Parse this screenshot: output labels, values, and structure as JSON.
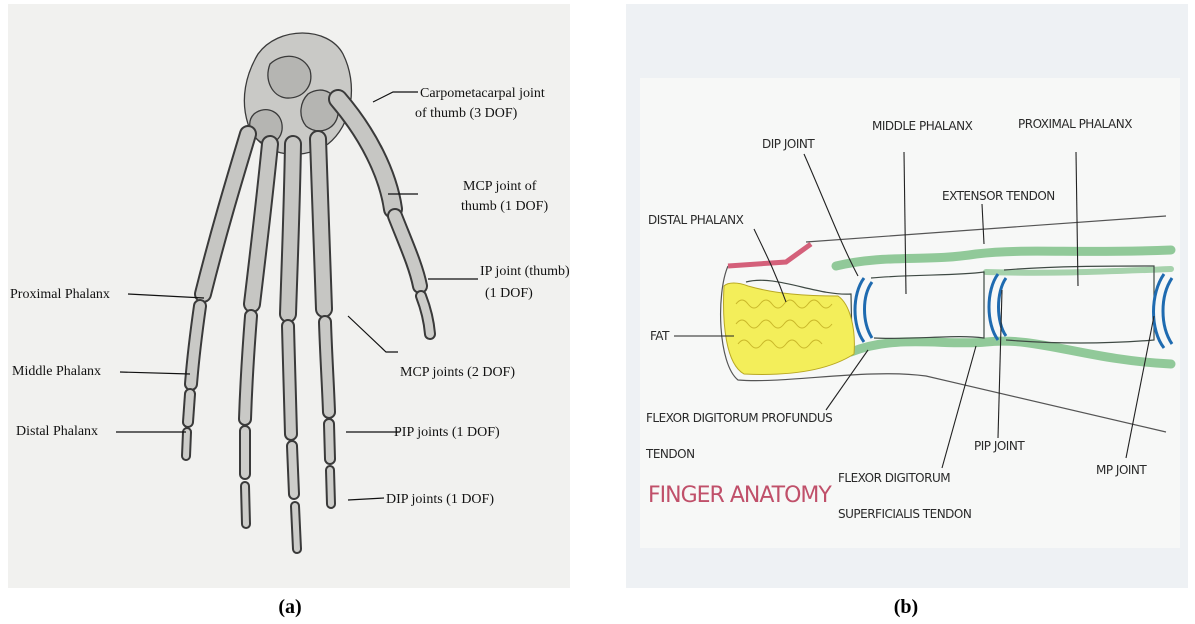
{
  "panel_a": {
    "labels": {
      "cmc_line1": "Carpometacarpal joint",
      "cmc_line2": "of thumb (3 DOF)",
      "mcp_thumb_line1": "MCP joint of",
      "mcp_thumb_line2": "thumb (1 DOF)",
      "ip_thumb_line1": "IP joint (thumb)",
      "ip_thumb_line2": "(1 DOF)",
      "proximal": "Proximal Phalanx",
      "middle": "Middle Phalanx",
      "distal": "Distal Phalanx",
      "mcp_joints": "MCP joints (2 DOF)",
      "pip_joints": "PIP joints (1 DOF)",
      "dip_joints": "DIP joints (1 DOF)"
    },
    "caption": "(a)"
  },
  "panel_b": {
    "labels": {
      "dip_joint": "DIP JOINT",
      "middle_phalanx": "MIDDLE PHALANX",
      "proximal_phalanx": "PROXIMAL PHALANX",
      "extensor_tendon": "EXTENSOR TENDON",
      "distal_phalanx": "DISTAL PHALANX",
      "fat": "FAT",
      "fdp_line1": "FLEXOR DIGITORUM PROFUNDUS",
      "fdp_line2": "TENDON",
      "pip_joint": "PIP JOINT",
      "fds_line1": "FLEXOR DIGITORUM",
      "fds_line2": "SUPERFICIALIS TENDON",
      "mp_joint": "MP JOINT"
    },
    "title": "FINGER ANATOMY",
    "caption": "(b)"
  }
}
